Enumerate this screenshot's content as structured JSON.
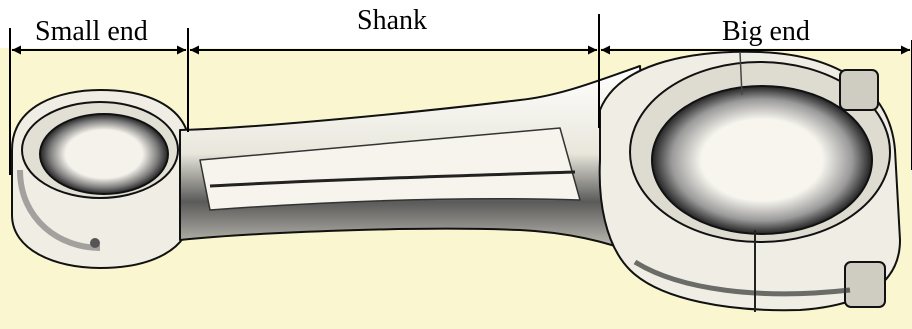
{
  "diagram": {
    "labels": {
      "small_end": "Small end",
      "shank": "Shank",
      "big_end": "Big end"
    },
    "colors": {
      "background": "#ffffff",
      "paper": "#faf6cf",
      "metal": "#f2f0e6",
      "ink": "#111111"
    }
  }
}
